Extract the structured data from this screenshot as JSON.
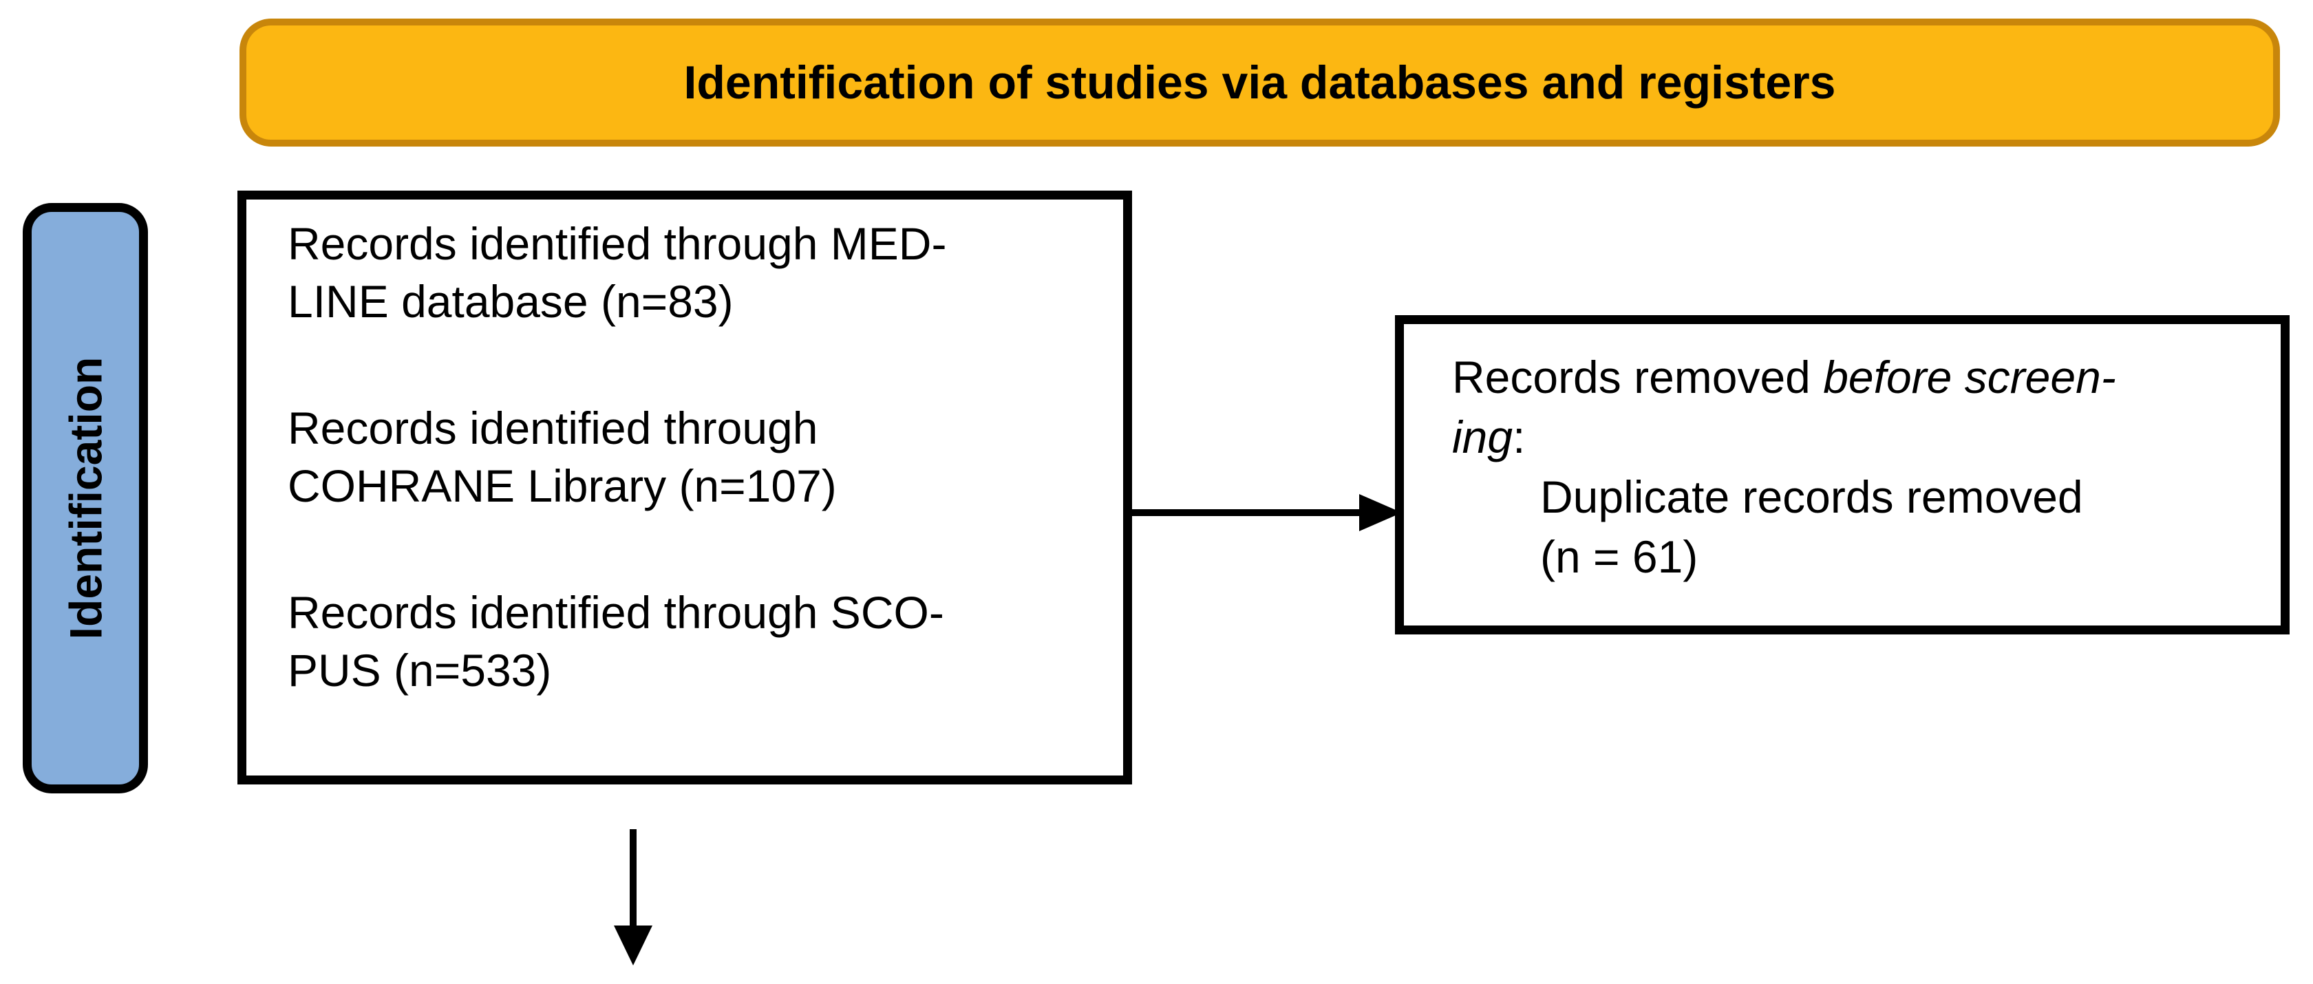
{
  "diagram": {
    "banner": {
      "title": "Identification of studies via databases and registers"
    },
    "stage": {
      "label": "Identification"
    },
    "identified_box": {
      "p1": "Records identified through MED-\nLINE database (n=83)",
      "p2": "Records identified through\nCOHRANE Library (n=107)",
      "p3": "Records identified through SCO-\nPUS (n=533)"
    },
    "removed_box": {
      "prefix": "Records removed ",
      "italic_phrase": "before screen-\ning",
      "suffix": ":",
      "detail": "Duplicate records removed\n(n = 61)"
    },
    "colors": {
      "banner_fill": "#FCB712",
      "banner_border": "#C8860B",
      "stage_fill": "#85ADDB",
      "box_border": "#000000",
      "text": "#000000"
    }
  }
}
